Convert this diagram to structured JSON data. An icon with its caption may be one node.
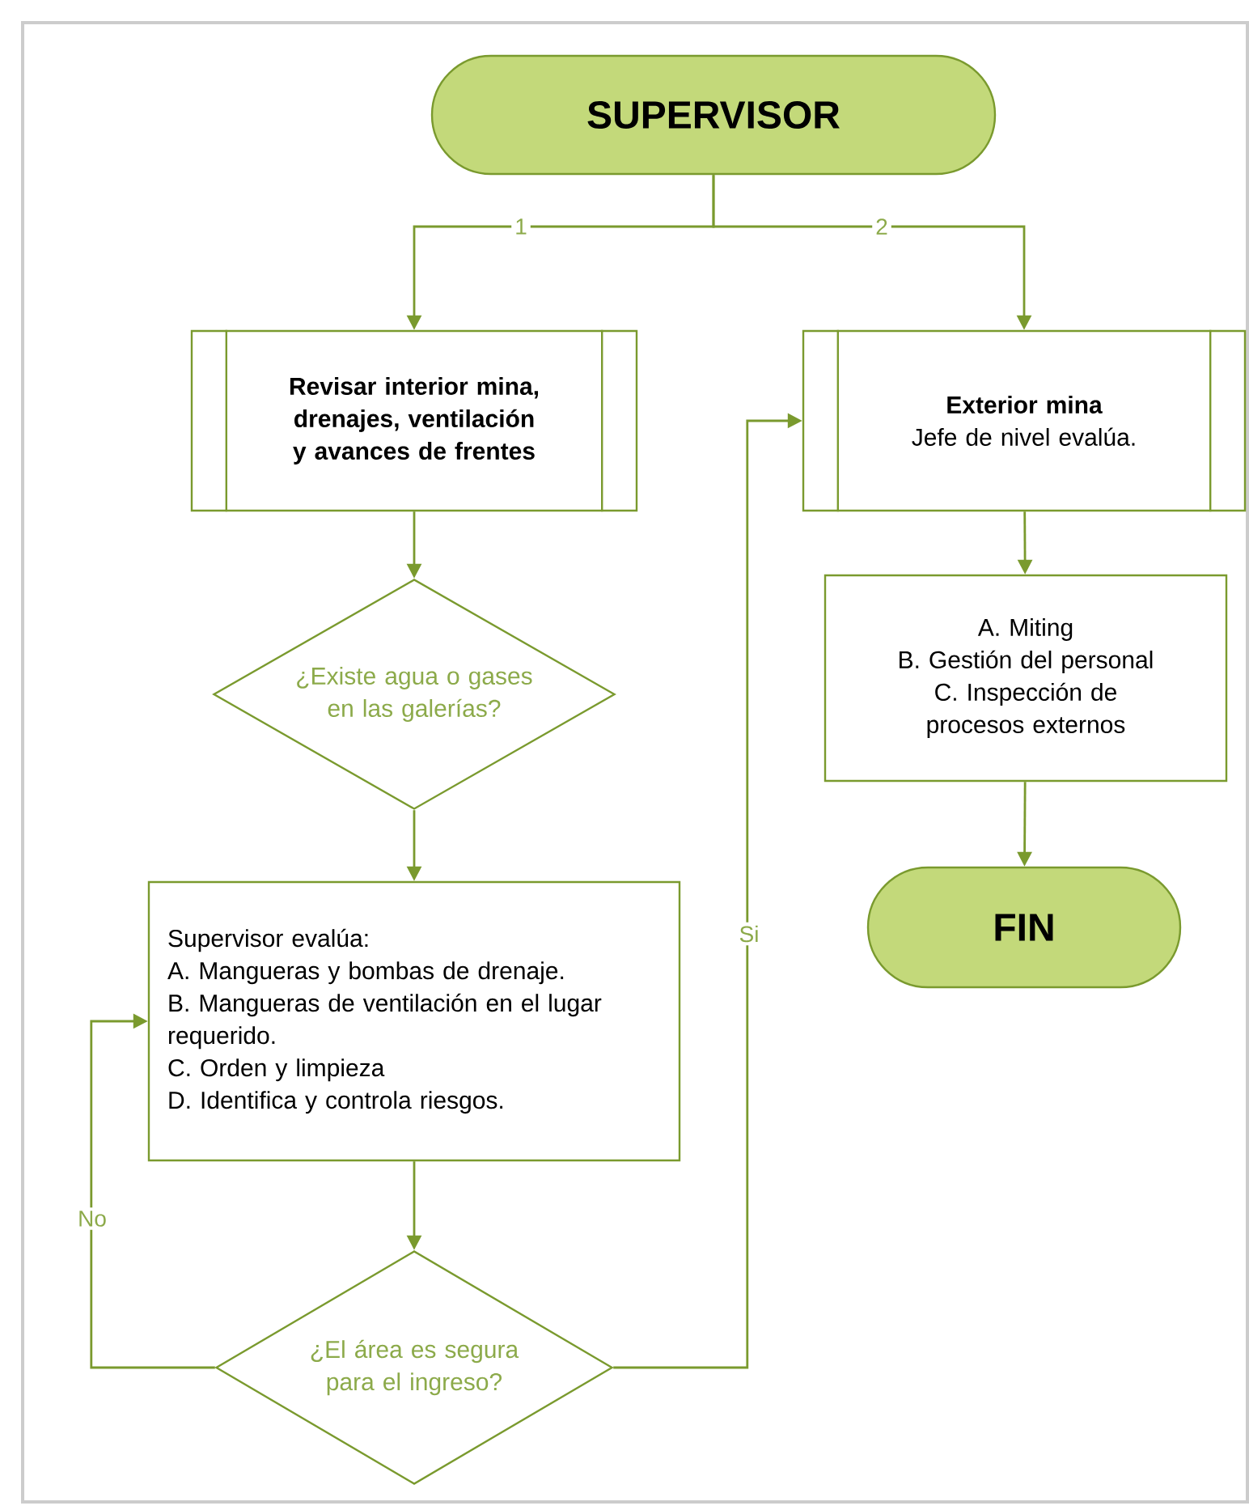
{
  "diagram": {
    "nodes": [
      {
        "text": [
          "SUPERVISOR"
        ]
      },
      {
        "text": [
          "Revisar interior mina, drenajes, ventilación y avances de frentes"
        ]
      },
      {
        "text": [
          "Exterior mina",
          "Jefe de nivel evalúa."
        ]
      },
      {
        "text": [
          "¿Existe agua o gases en las galerías?"
        ]
      },
      {
        "text": [
          "Supervisor evalúa:",
          "A. Mangueras y bombas de drenaje.",
          "B. Mangueras de ventilación en el lugar requerido.",
          "C. Orden y limpieza",
          "D. Identifica y controla riesgos."
        ]
      },
      {
        "text": [
          "¿El área es segura para el ingreso?"
        ]
      },
      {
        "text": [
          "A. Miting",
          "B. Gestión del personal",
          "C. Inspección de procesos externos"
        ]
      },
      {
        "text": [
          "FIN"
        ]
      }
    ],
    "edges": [
      {
        "from": 0,
        "to": 1,
        "arrow": "to",
        "label": "1"
      },
      {
        "from": 0,
        "to": 2,
        "arrow": "to",
        "label": "2"
      },
      {
        "from": 1,
        "to": 3,
        "arrow": "to"
      },
      {
        "from": 3,
        "to": 4,
        "arrow": "to"
      },
      {
        "from": 4,
        "to": 5,
        "arrow": "to"
      },
      {
        "from": 5,
        "to": 4,
        "arrow": "to",
        "label": "No"
      },
      {
        "from": 5,
        "to": 2,
        "arrow": "to",
        "label": "Si"
      },
      {
        "from": 2,
        "to": 6,
        "arrow": "to"
      },
      {
        "from": 6,
        "to": 7,
        "arrow": "to"
      }
    ]
  }
}
